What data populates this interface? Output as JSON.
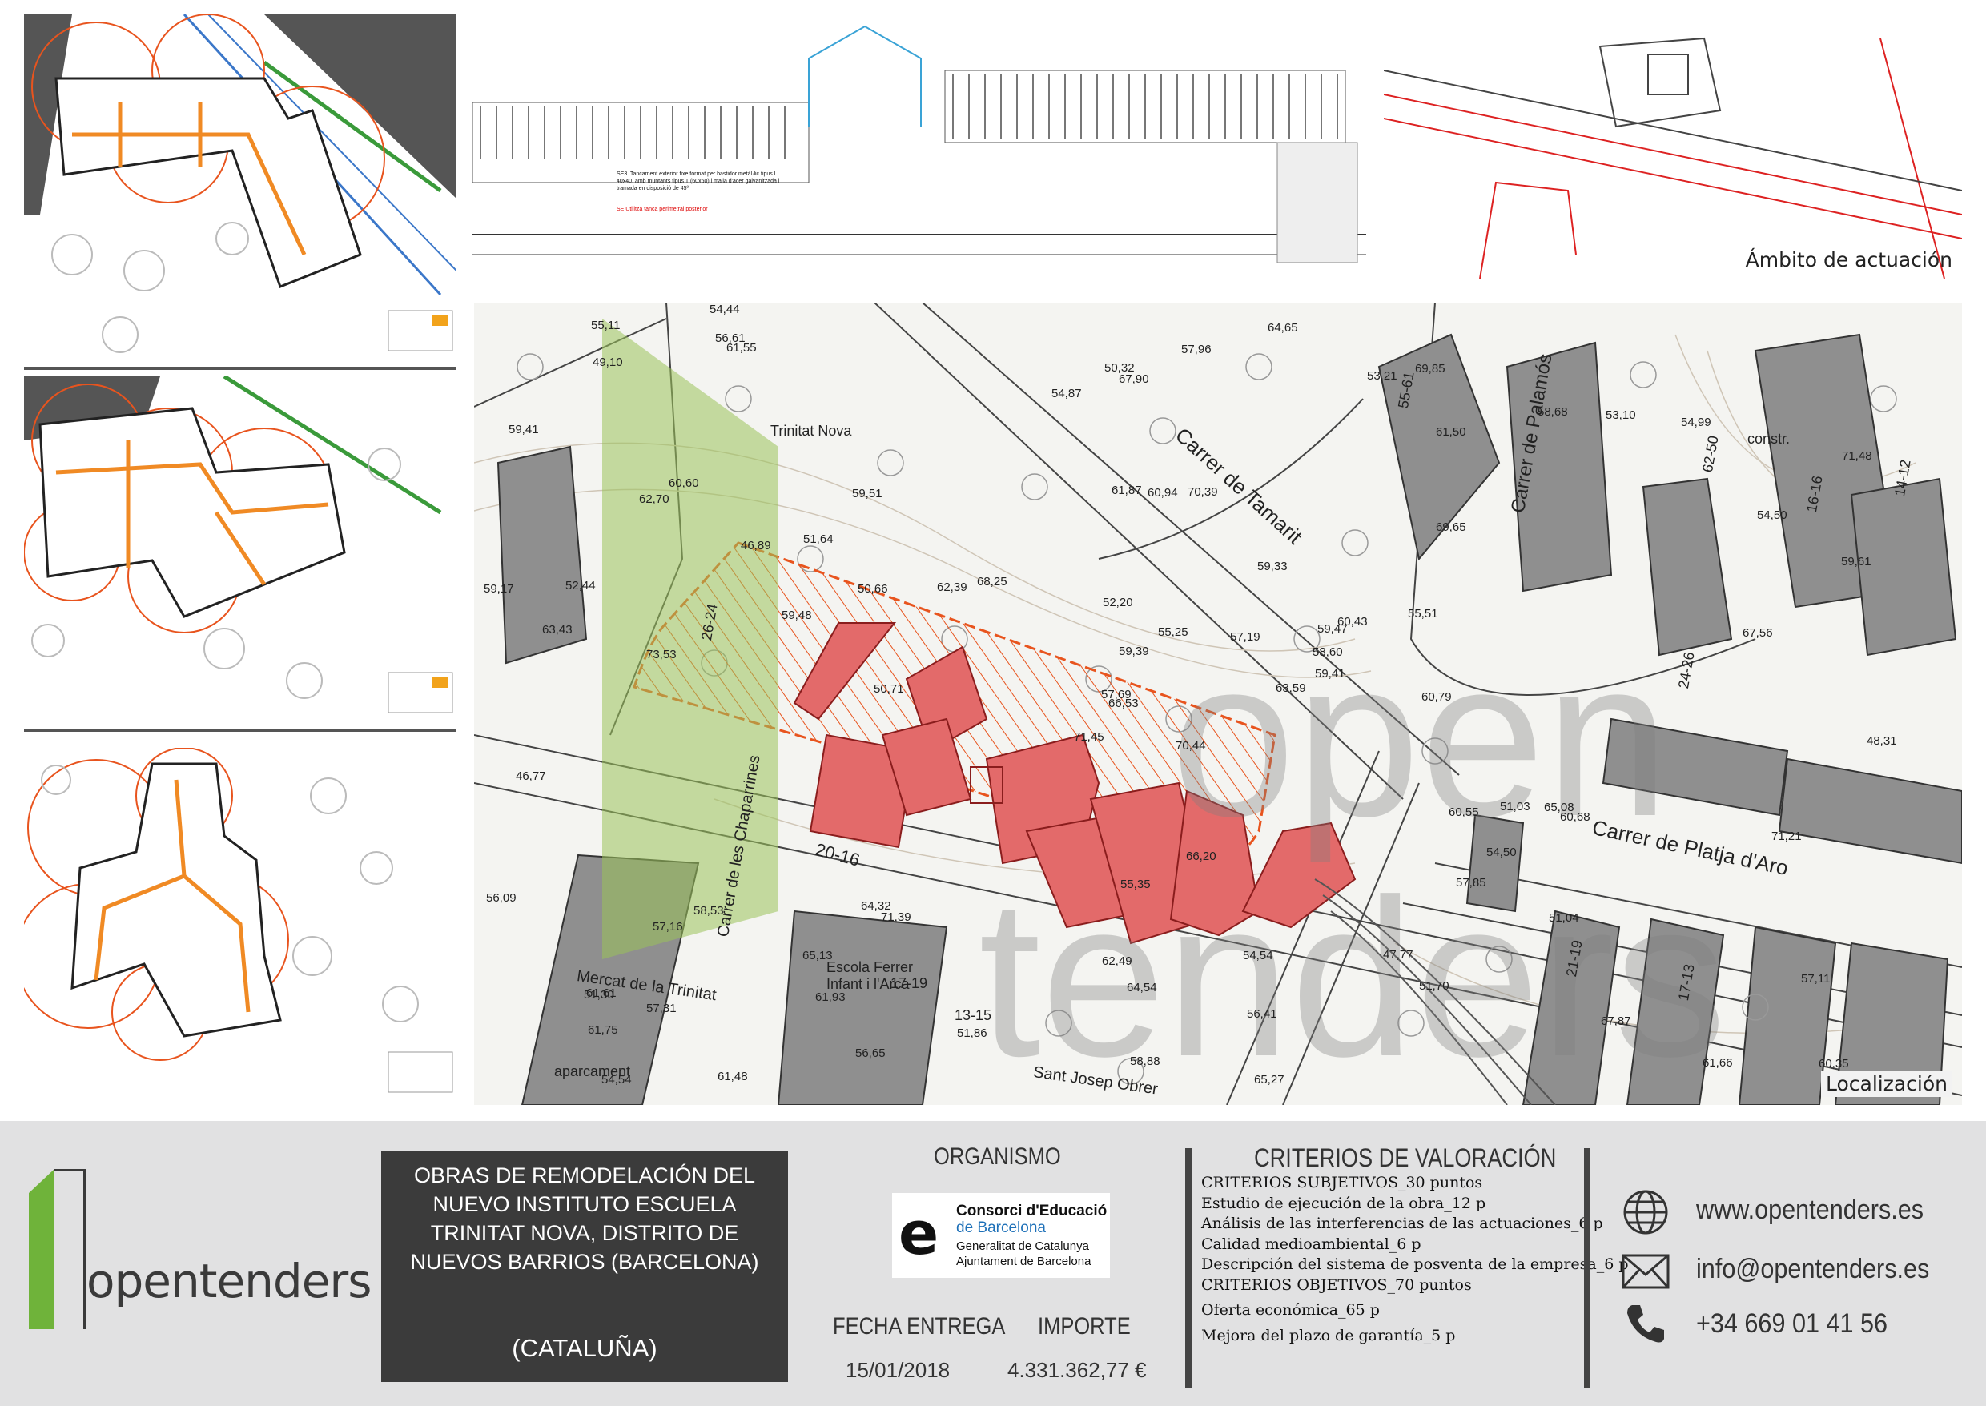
{
  "plans": {
    "elevation_note_1": "SE3. Tancament exterior fixe format per bastidor metàl·lic tipus L 40x40, amb muntants tipus T (60x60) i malla d'acer galvanitzada i tramada en disposició de 45º",
    "elevation_note_2": "SE Utilitza tanca perimetral posterior",
    "scope_caption": "Ámbito de actuación",
    "location_caption": "Localización"
  },
  "map": {
    "labels": {
      "carrer_tamarit": "Carrer de Tamarit",
      "carrer_palamos": "Carrer de Palamós",
      "carrer_platja_aro": "Carrer de Platja d'Aro",
      "carrer_chaparrines": "Carrer de les Chaparrines",
      "trinitat_nova": "Trinitat Nova",
      "mercat": "Mercat de la Trinitat",
      "escola": "Escola Ferrer Infant i l'Arca",
      "sant_josep": "Sant Josep Obrer",
      "aparcament": "aparcament",
      "constr": "constr.",
      "lot_20_16": "20-16",
      "lot_26_24": "26-24",
      "lot_17_19": "17-19",
      "lot_13_15": "13-15",
      "lot_62_50": "62-50",
      "lot_55_61": "55-61",
      "lot_21_19": "21-19",
      "lot_17_13": "17-13",
      "lot_24_26": "24-26",
      "lot_16_16": "16-16",
      "lot_14_12": "14-12"
    },
    "elevations": [
      "70,44",
      "62,70",
      "66,53",
      "61,61",
      "59,47",
      "71,39",
      "69,85",
      "70,39",
      "61,50",
      "63,59",
      "61,55",
      "60,35",
      "73,53",
      "71,48",
      "71,45",
      "69,65",
      "61,48",
      "61,87",
      "59,33",
      "58,53",
      "68,25",
      "61,75",
      "61,93",
      "60,94",
      "60,43",
      "60,68",
      "60,60",
      "67,90",
      "63,43",
      "60,55",
      "59,61",
      "57,69",
      "62,49",
      "59,39",
      "59,51",
      "58,68",
      "64,32",
      "61,66",
      "57,11",
      "65,08",
      "64,65",
      "62,39",
      "59,48",
      "57,85",
      "56,65",
      "59,17",
      "58,60",
      "54,54",
      "64,54",
      "59,41",
      "57,16",
      "54,50",
      "59,41",
      "54,50",
      "51,70",
      "65,13",
      "56,61",
      "55,11",
      "54,54",
      "54,99",
      "57,96",
      "50,71",
      "52,44",
      "51,64",
      "53,10",
      "54,44",
      "53,21",
      "54,87",
      "55,25",
      "56,09",
      "55,35",
      "51,86",
      "51,03",
      "50,66",
      "51,30",
      "49,10",
      "46,89",
      "46,77",
      "52,20",
      "56,41",
      "57,19",
      "57,31",
      "60,79",
      "71,21",
      "58,88",
      "67,56",
      "66,20",
      "67,87",
      "65,27",
      "47,77",
      "50,32",
      "48,31",
      "55,51",
      "51,04"
    ]
  },
  "footer": {
    "brand": "opentenders",
    "title": "OBRAS DE REMODELACIÓN DEL NUEVO INSTITUTO ESCUELA TRINITAT NOVA, DISTRITO DE NUEVOS BARRIOS (BARCELONA)",
    "region": "(CATALUÑA)",
    "organismo_label": "ORGANISMO",
    "org_name": "Consorci d'Educació",
    "org_name2": "de Barcelona",
    "org_sub1": "Generalitat de Catalunya",
    "org_sub2": "Ajuntament de Barcelona",
    "fecha_label": "FECHA ENTREGA",
    "fecha_value": "15/01/2018",
    "importe_label": "IMPORTE",
    "importe_value": "4.331.362,77 €",
    "criterios_label": "CRITERIOS DE VALORACIÓN",
    "criterios": [
      "CRITERIOS SUBJETIVOS_30 puntos",
      "Estudio de ejecución de la obra_12 p",
      "Análisis de las interferencias de las actuaciones_6 p",
      "Calidad medioambiental_6 p",
      "Descripción del sistema de posventa de la empresa_6 p",
      "CRITERIOS OBJETIVOS_70 puntos",
      "Oferta económica_65 p",
      "Mejora del plazo de garantía_5 p"
    ],
    "web": "www.opentenders.es",
    "email": "info@opentenders.es",
    "phone": "+34 669 01 41 56",
    "icons": [
      "globe-icon",
      "envelope-icon",
      "phone-icon"
    ]
  }
}
